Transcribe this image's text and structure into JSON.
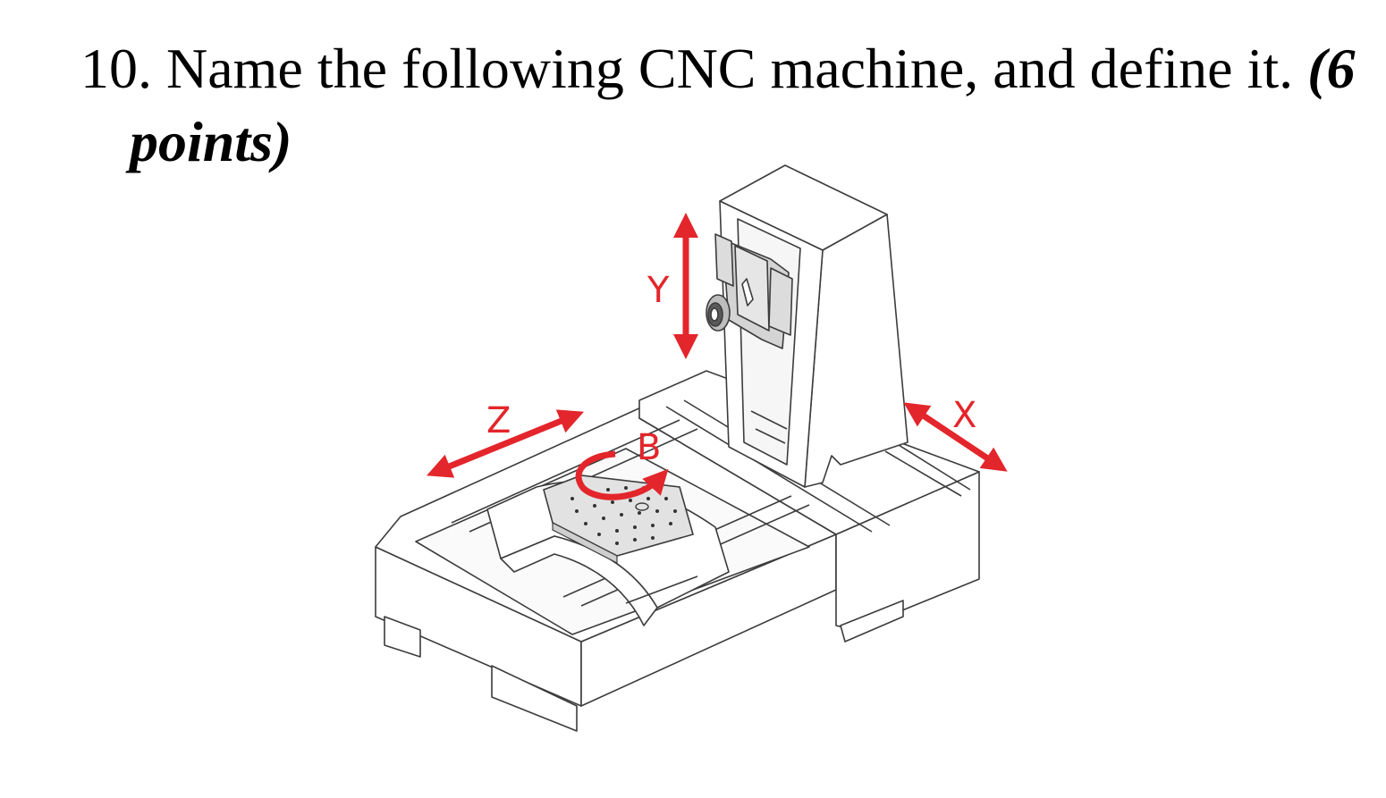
{
  "question": {
    "number": "10.",
    "text": "Name the following CNC machine, and define it.",
    "points": "(6 points)"
  },
  "figure": {
    "axis_labels": {
      "x": "X",
      "y": "Y",
      "z": "Z",
      "b": "B"
    },
    "colors": {
      "axis": "#e3262b",
      "outline": "#3c3c3c",
      "table": "#e2e2e2",
      "panel": "#ffffff"
    }
  }
}
